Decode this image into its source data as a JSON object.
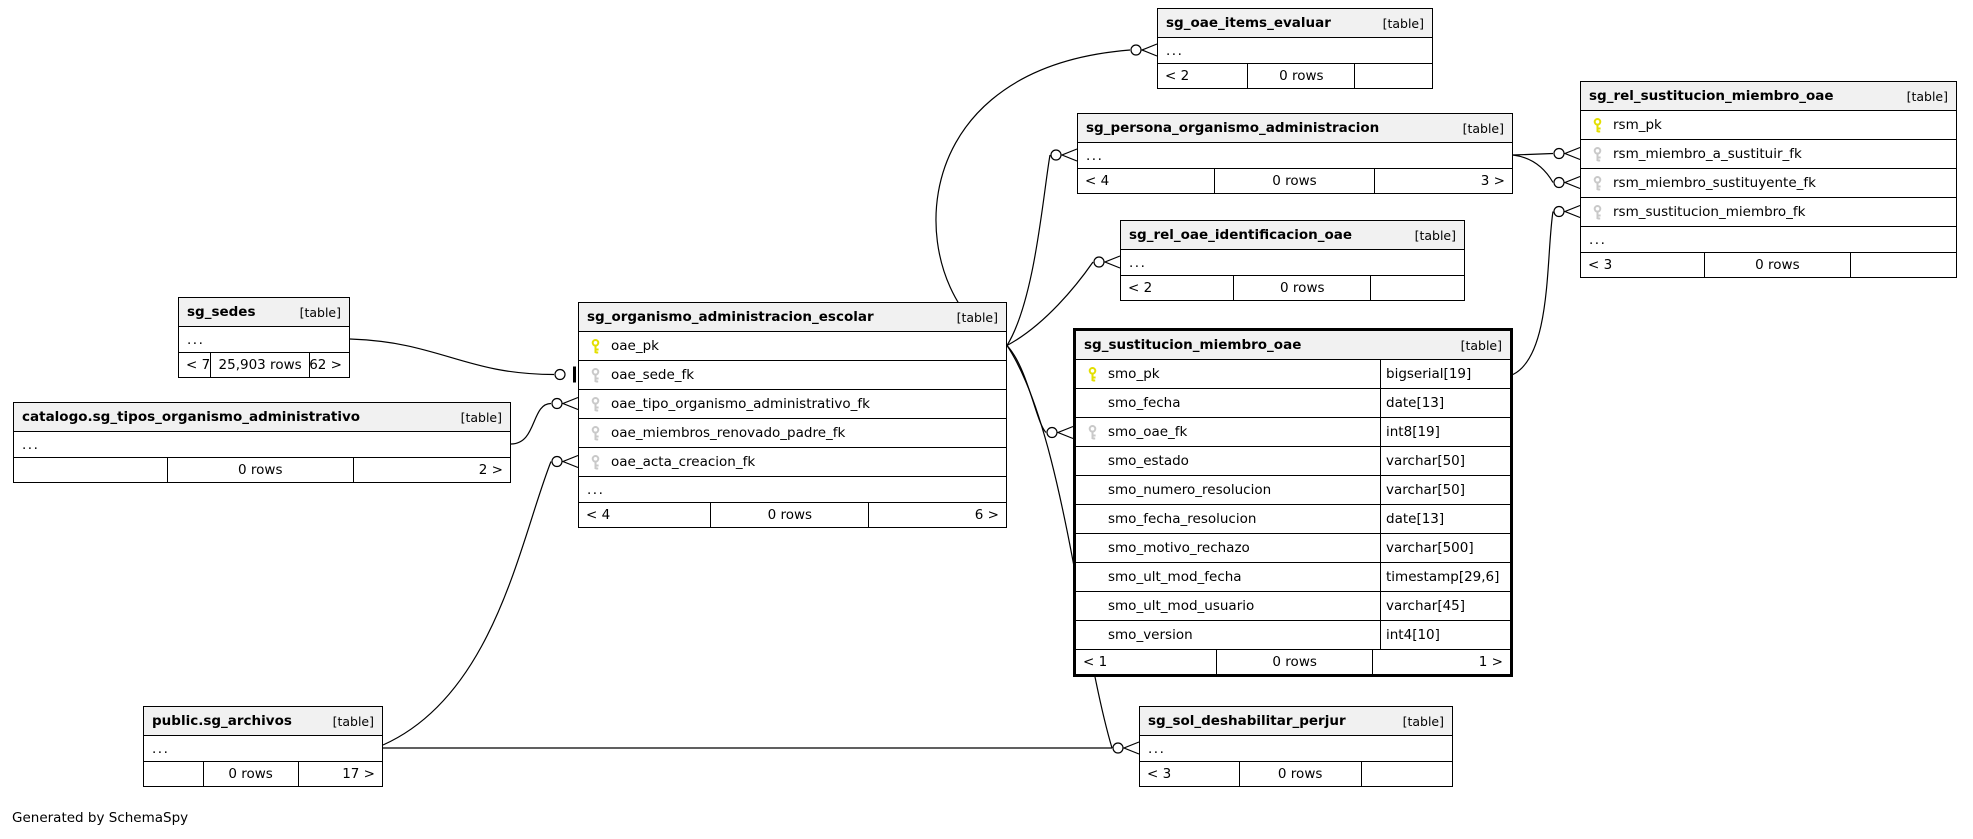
{
  "diagram": {
    "generator_note": "Generated by SchemaSpy",
    "colors": {
      "header_bg": "#f1f1f1",
      "row_bg": "#ffffff",
      "border": "#000000",
      "pk_key": "#e3df00",
      "fk_key": "#c9c9c9"
    },
    "tables": [
      {
        "id": "oae_items_evaluar",
        "title": "sg_oae_items_evaluar",
        "tag": "[table]",
        "columns": [],
        "ellipsis": "...",
        "footer": [
          "< 2",
          "0 rows",
          ""
        ]
      },
      {
        "id": "persona",
        "title": "sg_persona_organismo_administracion",
        "tag": "[table]",
        "columns": [],
        "ellipsis": "...",
        "footer": [
          "< 4",
          "0 rows",
          "3 >"
        ]
      },
      {
        "id": "rsm",
        "title": "sg_rel_sustitucion_miembro_oae",
        "tag": "[table]",
        "columns": [
          {
            "name": "rsm_pk",
            "key": "pk"
          },
          {
            "name": "rsm_miembro_a_sustituir_fk",
            "key": "fk"
          },
          {
            "name": "rsm_miembro_sustituyente_fk",
            "key": "fk"
          },
          {
            "name": "rsm_sustitucion_miembro_fk",
            "key": "fk"
          }
        ],
        "ellipsis": "...",
        "footer": [
          "< 3",
          "0 rows",
          ""
        ]
      },
      {
        "id": "identificacion",
        "title": "sg_rel_oae_identificacion_oae",
        "tag": "[table]",
        "columns": [],
        "ellipsis": "...",
        "footer": [
          "< 2",
          "0 rows",
          ""
        ]
      },
      {
        "id": "sedes",
        "title": "sg_sedes",
        "tag": "[table]",
        "columns": [],
        "ellipsis": "...",
        "footer": [
          "< 7",
          "25,903 rows",
          "62 >"
        ]
      },
      {
        "id": "catalogo",
        "title": "catalogo.sg_tipos_organismo_administrativo",
        "tag": "[table]",
        "columns": [],
        "ellipsis": "...",
        "footer": [
          "",
          "0 rows",
          "2 >"
        ]
      },
      {
        "id": "escolar",
        "title": "sg_organismo_administracion_escolar",
        "tag": "[table]",
        "columns": [
          {
            "name": "oae_pk",
            "key": "pk"
          },
          {
            "name": "oae_sede_fk",
            "key": "fk"
          },
          {
            "name": "oae_tipo_organismo_administrativo_fk",
            "key": "fk"
          },
          {
            "name": "oae_miembros_renovado_padre_fk",
            "key": "fk"
          },
          {
            "name": "oae_acta_creacion_fk",
            "key": "fk"
          }
        ],
        "ellipsis": "...",
        "footer": [
          "< 4",
          "0 rows",
          "6 >"
        ]
      },
      {
        "id": "smo",
        "title": "sg_sustitucion_miembro_oae",
        "tag": "[table]",
        "focal": true,
        "columns": [
          {
            "name": "smo_pk",
            "key": "pk",
            "type": "bigserial[19]"
          },
          {
            "name": "smo_fecha",
            "key": null,
            "type": "date[13]"
          },
          {
            "name": "smo_oae_fk",
            "key": "fk",
            "type": "int8[19]"
          },
          {
            "name": "smo_estado",
            "key": null,
            "type": "varchar[50]"
          },
          {
            "name": "smo_numero_resolucion",
            "key": null,
            "type": "varchar[50]"
          },
          {
            "name": "smo_fecha_resolucion",
            "key": null,
            "type": "date[13]"
          },
          {
            "name": "smo_motivo_rechazo",
            "key": null,
            "type": "varchar[500]"
          },
          {
            "name": "smo_ult_mod_fecha",
            "key": null,
            "type": "timestamp[29,6]"
          },
          {
            "name": "smo_ult_mod_usuario",
            "key": null,
            "type": "varchar[45]"
          },
          {
            "name": "smo_version",
            "key": null,
            "type": "int4[10]"
          }
        ],
        "ellipsis": null,
        "footer": [
          "< 1",
          "0 rows",
          "1 >"
        ]
      },
      {
        "id": "archivos",
        "title": "public.sg_archivos",
        "tag": "[table]",
        "columns": [],
        "ellipsis": "...",
        "footer": [
          "",
          "0 rows",
          "17 >"
        ]
      },
      {
        "id": "sol",
        "title": "sg_sol_deshabilitar_perjur",
        "tag": "[table]",
        "columns": [],
        "ellipsis": "...",
        "footer": [
          "< 3",
          "0 rows",
          ""
        ]
      }
    ],
    "relationships": [
      {
        "from": "sg_sedes",
        "to": "sg_organismo_administracion_escolar.oae_sede_fk"
      },
      {
        "from": "catalogo.sg_tipos_organismo_administrativo",
        "to": "sg_organismo_administracion_escolar.oae_tipo_organismo_administrativo_fk"
      },
      {
        "from": "public.sg_archivos",
        "to": "sg_organismo_administracion_escolar.oae_acta_creacion_fk"
      },
      {
        "from": "public.sg_archivos",
        "to": "sg_sol_deshabilitar_perjur"
      },
      {
        "from": "sg_organismo_administracion_escolar.oae_pk",
        "to": "sg_oae_items_evaluar"
      },
      {
        "from": "sg_organismo_administracion_escolar.oae_pk",
        "to": "sg_persona_organismo_administracion"
      },
      {
        "from": "sg_organismo_administracion_escolar.oae_pk",
        "to": "sg_rel_oae_identificacion_oae"
      },
      {
        "from": "sg_organismo_administracion_escolar.oae_pk",
        "to": "sg_sustitucion_miembro_oae.smo_oae_fk"
      },
      {
        "from": "sg_organismo_administracion_escolar.oae_pk",
        "to": "sg_sol_deshabilitar_perjur"
      },
      {
        "from": "sg_persona_organismo_administracion",
        "to": "sg_rel_sustitucion_miembro_oae.rsm_miembro_a_sustituir_fk"
      },
      {
        "from": "sg_persona_organismo_administracion",
        "to": "sg_rel_sustitucion_miembro_oae.rsm_miembro_sustituyente_fk"
      },
      {
        "from": "sg_sustitucion_miembro_oae.smo_pk",
        "to": "sg_rel_sustitucion_miembro_oae.rsm_sustitucion_miembro_fk"
      }
    ]
  }
}
